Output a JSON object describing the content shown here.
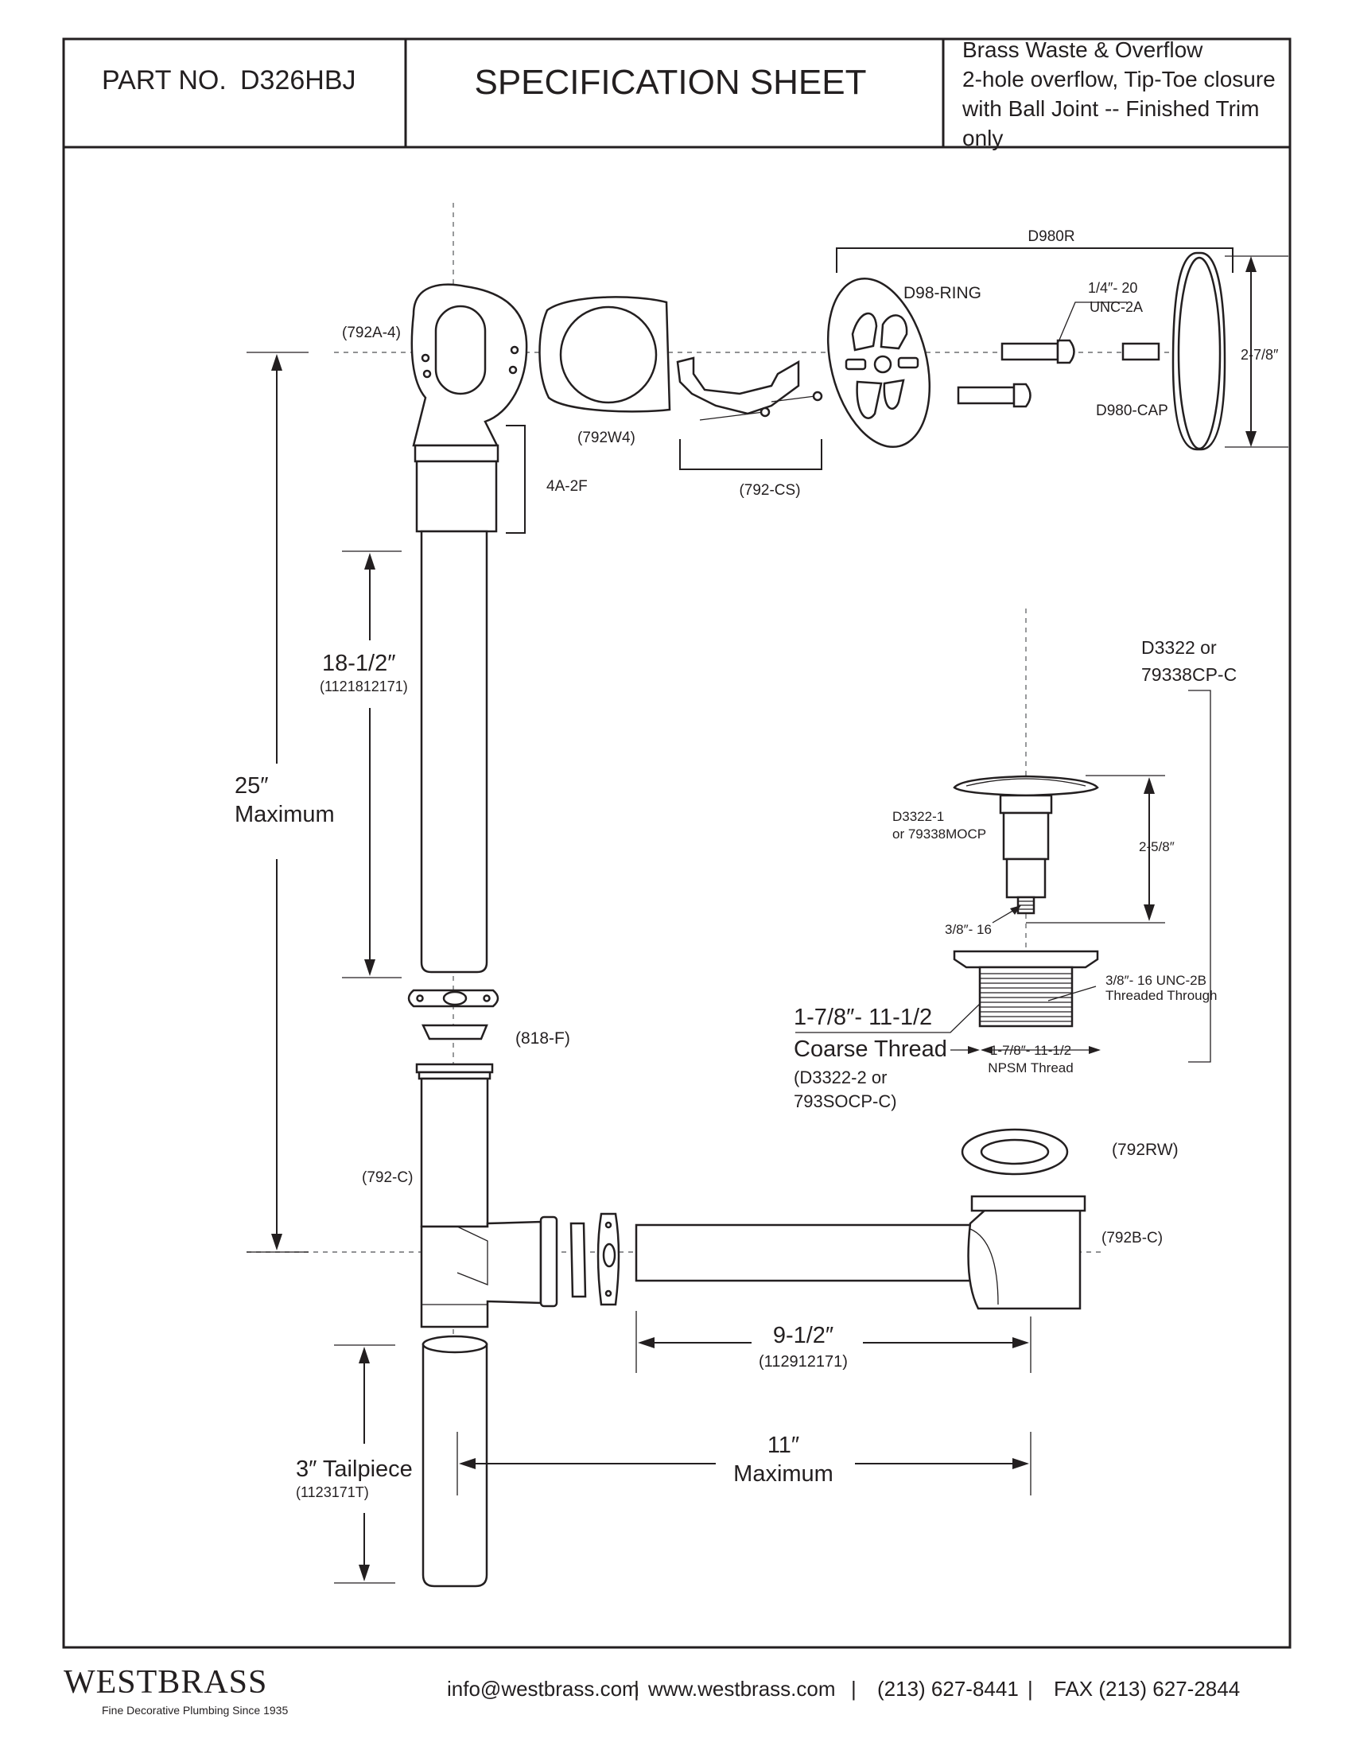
{
  "header": {
    "part_no_label": "PART NO.",
    "part_no_value": "D326HBJ",
    "title": "SPECIFICATION SHEET",
    "description_lines": [
      "Brass Waste & Overflow",
      "2-hole overflow, Tip-Toe closure",
      "with Ball Joint -- Finished Trim",
      "only"
    ]
  },
  "labels": {
    "elbow": "(792A-4)",
    "gasket": "(792W4)",
    "clip": "(792-CS)",
    "trim_set": "D980R",
    "ring": "D98-RING",
    "screw_spec_1": "1/4″- 20",
    "screw_spec_2": "UNC-2A",
    "cap": "D980-CAP",
    "cap_dim": "2-7/8″",
    "nut_4a": "4A-2F",
    "dim_18_value": "18-1/2″",
    "dim_18_part": "(1121812171)",
    "dim_25_value": "25″",
    "dim_25_label": "Maximum",
    "washer_818": "(818-F)",
    "tee": "(792-C)",
    "stopper_kit_1": "D3322 or",
    "stopper_kit_2": "79338CP-C",
    "stopper_1": "D3322-1",
    "stopper_2": "or 79338MOCP",
    "stopper_dim": "2-5/8″",
    "stud": "3/8″- 16",
    "body_thread_1": "3/8″- 16 UNC-2B",
    "body_thread_2": "Threaded Through",
    "coarse_1": "1-7/8″- 11-1/2",
    "coarse_2": "Coarse Thread",
    "coarse_3": "(D3322-2 or",
    "coarse_4": "793SOCP-C)",
    "npsm_1": "1-7/8″- 11-1/2",
    "npsm_2": "NPSM Thread",
    "rubber_washer": "(792RW)",
    "shoe": "(792B-C)",
    "dim_9_value": "9-1/2″",
    "dim_9_part": "(112912171)",
    "dim_11_value": "11″",
    "dim_11_label": "Maximum",
    "tailpiece_1": "3″ Tailpiece",
    "tailpiece_2": "(1123171T)"
  },
  "footer": {
    "brand": "WESTBRASS",
    "tagline": "Fine Decorative Plumbing Since 1935",
    "email": "info@westbrass.com",
    "website": "www.westbrass.com",
    "phone": "(213) 627-8441",
    "fax": "FAX (213) 627-2844",
    "separator": "|"
  },
  "colors": {
    "ink": "#231f20",
    "centerline": "#6d6e71",
    "paper": "#ffffff"
  }
}
